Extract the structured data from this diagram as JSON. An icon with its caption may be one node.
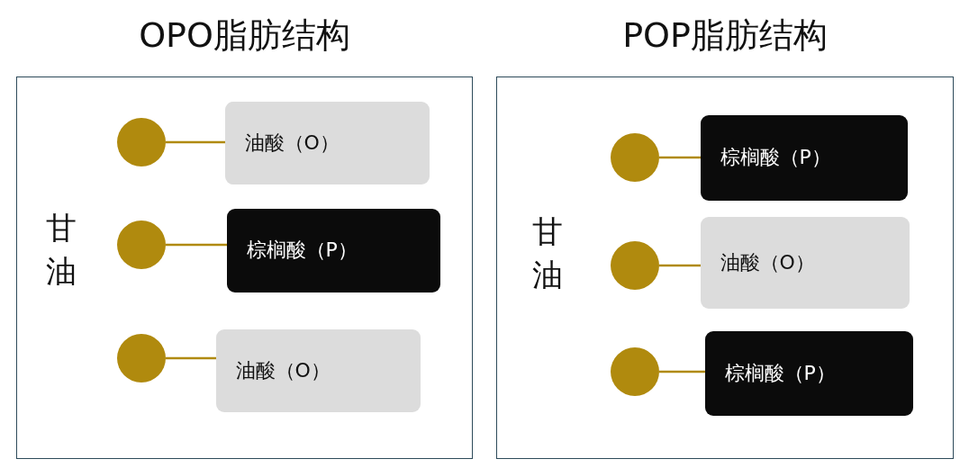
{
  "diagram": {
    "nodes": [
      {
        "text": [
          "OPO脂肪结构",
          "甘油"
        ]
      },
      {
        "text": [],
        "shape": "circle",
        "in": 0
      },
      {
        "text": [
          "油酸（O）"
        ],
        "in": 0
      },
      {
        "text": [],
        "shape": "circle",
        "in": 0
      },
      {
        "text": [
          "棕榈酸（P）"
        ],
        "in": 0
      },
      {
        "text": [],
        "shape": "circle",
        "in": 0
      },
      {
        "text": [
          "油酸（O）"
        ],
        "in": 0
      },
      {
        "text": [
          "POP脂肪结构",
          "甘油"
        ]
      },
      {
        "text": [],
        "shape": "circle",
        "in": 7
      },
      {
        "text": [
          "棕榈酸（P）"
        ],
        "in": 7
      },
      {
        "text": [],
        "shape": "circle",
        "in": 7
      },
      {
        "text": [
          "油酸（O）"
        ],
        "in": 7
      },
      {
        "text": [],
        "shape": "circle",
        "in": 7
      },
      {
        "text": [
          "棕榈酸（P）"
        ],
        "in": 7
      }
    ],
    "edges": [
      {
        "from": 1,
        "to": 2,
        "arrow": "none"
      },
      {
        "from": 3,
        "to": 4,
        "arrow": "none"
      },
      {
        "from": 5,
        "to": 6,
        "arrow": "none"
      },
      {
        "from": 8,
        "to": 9,
        "arrow": "none"
      },
      {
        "from": 10,
        "to": 11,
        "arrow": "none"
      },
      {
        "from": 12,
        "to": 13,
        "arrow": "none"
      }
    ]
  }
}
